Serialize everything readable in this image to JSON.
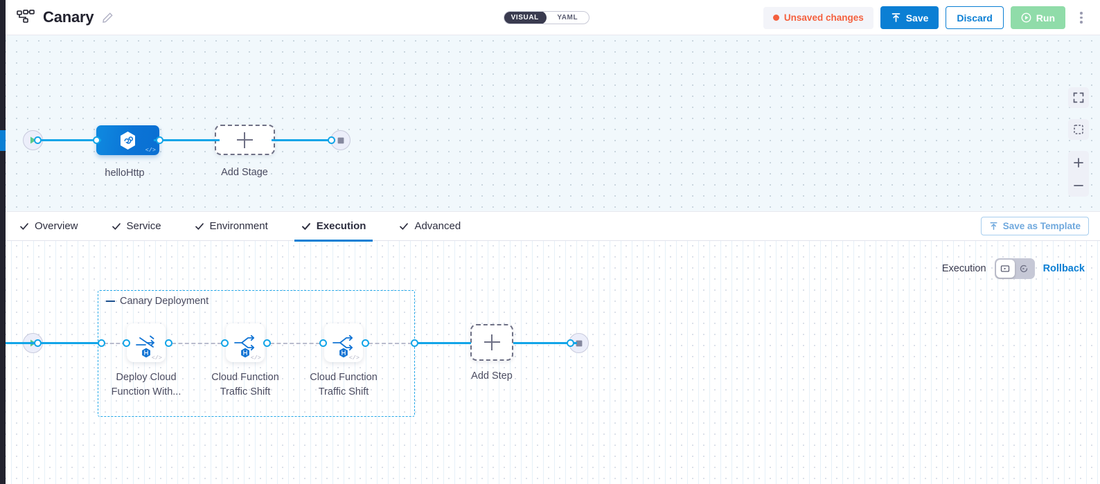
{
  "header": {
    "pipeline_icon": "pipeline-graph-icon",
    "title": "Canary",
    "edit_icon": "edit-pencil-icon",
    "mode_toggle": {
      "visual": "VISUAL",
      "yaml": "YAML",
      "selected": "VISUAL"
    },
    "unsaved_label": "Unsaved changes",
    "unsaved_color": "#f4603e",
    "save_label": "Save",
    "discard_label": "Discard",
    "run_label": "Run",
    "more_icon": "kebab-menu-icon"
  },
  "stage_canvas": {
    "start_icon": "play-triangle-icon",
    "end_icon": "stop-square-icon",
    "stages": [
      {
        "name": "helloHttp",
        "icon": "deployment-hex-icon",
        "code_tag": "</>"
      }
    ],
    "add_stage_label": "Add Stage",
    "zoom_controls": {
      "fit_screen": "fit-screen-icon",
      "select_area": "select-area-icon",
      "zoom_in": "+",
      "zoom_out": "−"
    }
  },
  "tabs": {
    "items": [
      {
        "label": "Overview",
        "checked": true,
        "active": false
      },
      {
        "label": "Service",
        "checked": true,
        "active": false
      },
      {
        "label": "Environment",
        "checked": true,
        "active": false
      },
      {
        "label": "Execution",
        "checked": true,
        "active": true
      },
      {
        "label": "Advanced",
        "checked": true,
        "active": false
      }
    ],
    "save_as_template": "Save as Template",
    "active_underline_color": "#0b7fd4"
  },
  "execution_bar": {
    "label": "Execution",
    "toggle_left_icon": "execution-steps-icon",
    "toggle_right_icon": "rollback-steps-icon",
    "rollback_label": "Rollback"
  },
  "execution_canvas": {
    "start_icon": "play-triangle-icon",
    "end_icon": "stop-square-icon",
    "group": {
      "title": "Canary Deployment",
      "collapse_icon": "collapse-dash-icon",
      "border_color": "#22a7e8",
      "steps": [
        {
          "label_line1": "Deploy Cloud",
          "label_line2": "Function With...",
          "icon": "deploy-function-icon",
          "badge": "harness-badge-icon",
          "code_tag": "</>"
        },
        {
          "label_line1": "Cloud Function",
          "label_line2": "Traffic Shift",
          "icon": "traffic-shift-icon",
          "badge": "harness-badge-icon",
          "code_tag": "</>"
        },
        {
          "label_line1": "Cloud Function",
          "label_line2": "Traffic Shift",
          "icon": "traffic-shift-icon",
          "badge": "harness-badge-icon",
          "code_tag": "</>"
        }
      ]
    },
    "add_step_label": "Add Step"
  }
}
